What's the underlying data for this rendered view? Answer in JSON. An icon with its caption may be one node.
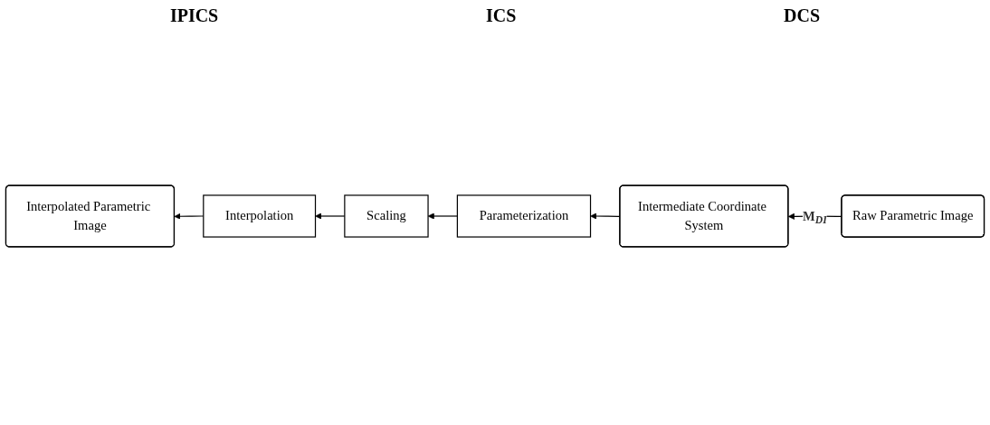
{
  "diagram": {
    "nodes": [
      {
        "text": [
          "Interpolated Parametric Image"
        ]
      },
      {
        "text": [
          "Intermediate Coordinate System"
        ]
      },
      {
        "text": [
          "Raw Parametric Image"
        ]
      },
      {
        "text": [
          "Interpolation"
        ]
      },
      {
        "text": [
          "Scaling"
        ]
      },
      {
        "text": [
          "Parameterization"
        ]
      }
    ],
    "edges": [
      {
        "from": 2,
        "to": 1,
        "arrow": "to",
        "label": "M$_{DI}$"
      },
      {
        "from": 1,
        "to": 5,
        "arrow": "to"
      },
      {
        "from": 5,
        "to": 4,
        "arrow": "to"
      },
      {
        "from": 4,
        "to": 3,
        "arrow": "to"
      },
      {
        "from": 3,
        "to": 0,
        "arrow": "to"
      }
    ],
    "labels": [
      "IPICS",
      "ICS",
      "DCS"
    ]
  }
}
